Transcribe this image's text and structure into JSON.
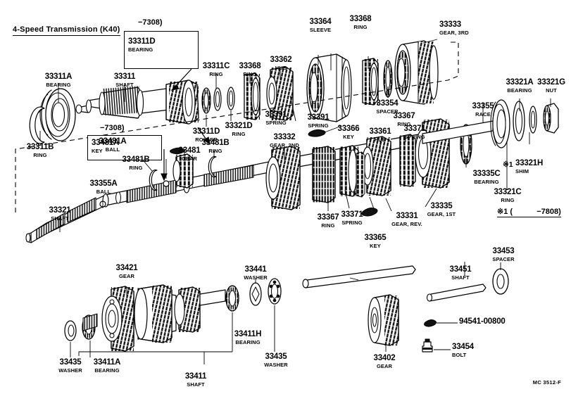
{
  "diagram": {
    "title": "4-Speed Transmission (K40)",
    "sheet_code": "MC 3512-F",
    "insets": [
      {
        "caption": "−7308)",
        "part_no": "33311D",
        "part_name": "BEARING"
      },
      {
        "caption": "−7308)",
        "part_no": "33481A",
        "part_name": "KEY"
      }
    ],
    "notes": [
      {
        "mark": "※1 (",
        "range": "−7808)"
      }
    ],
    "loose_labels": [
      {
        "text": "94541-00800"
      }
    ],
    "parts": [
      {
        "no": "33311A",
        "name": "BEARING"
      },
      {
        "no": "33311",
        "name": "SHAFT"
      },
      {
        "no": "33311B",
        "name": "RING"
      },
      {
        "no": "33311C",
        "name": "RING"
      },
      {
        "no": "33311D",
        "name": "ROLLER"
      },
      {
        "no": "33368",
        "name": "RING"
      },
      {
        "no": "33321D",
        "name": "RING"
      },
      {
        "no": "33362",
        "name": "HUB"
      },
      {
        "no": "33391",
        "name": "SPRING"
      },
      {
        "no": "33364",
        "name": "SLEEVE"
      },
      {
        "no": "33391",
        "name": "SPRING"
      },
      {
        "no": "33366",
        "name": "KEY"
      },
      {
        "no": "33368",
        "name": "RING"
      },
      {
        "no": "33354",
        "name": "SPACER"
      },
      {
        "no": "33333",
        "name": "GEAR, 3RD"
      },
      {
        "no": "33367",
        "name": "RING"
      },
      {
        "no": "33355",
        "name": "RACE"
      },
      {
        "no": "33321A",
        "name": "BEARING"
      },
      {
        "no": "33321G",
        "name": "NUT"
      },
      {
        "no": "33321H",
        "name": "SHIM"
      },
      {
        "no": "33321C",
        "name": "RING"
      },
      {
        "no": "33335C",
        "name": "BEARING"
      },
      {
        "no": "33335",
        "name": "GEAR, 1ST"
      },
      {
        "no": "33331",
        "name": "GEAR, REV."
      },
      {
        "no": "33365",
        "name": "KEY"
      },
      {
        "no": "33371",
        "name": "SPRING"
      },
      {
        "no": "33371",
        "name": "SPRING"
      },
      {
        "no": "33367",
        "name": "RING"
      },
      {
        "no": "33361",
        "name": "HUB"
      },
      {
        "no": "33332",
        "name": "GEAR, 2ND"
      },
      {
        "no": "33481A",
        "name": "BALL"
      },
      {
        "no": "33481B",
        "name": "RING"
      },
      {
        "no": "33481B",
        "name": "RING"
      },
      {
        "no": "33481",
        "name": "GEAR"
      },
      {
        "no": "33355A",
        "name": "BALL"
      },
      {
        "no": "33321",
        "name": "SHAFT"
      },
      {
        "no": "33421",
        "name": "GEAR"
      },
      {
        "no": "33435",
        "name": "WASHER"
      },
      {
        "no": "33411A",
        "name": "BEARING"
      },
      {
        "no": "33411H",
        "name": "BEARING"
      },
      {
        "no": "33441",
        "name": "WASHER"
      },
      {
        "no": "33435",
        "name": "WASHER"
      },
      {
        "no": "33411",
        "name": "SHAFT"
      },
      {
        "no": "33402",
        "name": "GEAR"
      },
      {
        "no": "33451",
        "name": "SHAFT"
      },
      {
        "no": "33453",
        "name": "SPACER"
      },
      {
        "no": "33454",
        "name": "BOLT"
      }
    ],
    "labels": {
      "p33311A": {
        "no": "33311A",
        "name": "BEARING"
      },
      "p33311": {
        "no": "33311",
        "name": "SHAFT"
      },
      "p33311B": {
        "no": "33311B",
        "name": "RING"
      },
      "p33311C": {
        "no": "33311C",
        "name": "RING"
      },
      "p33311D_roller": {
        "no": "33311D",
        "name": "ROLLER"
      },
      "p33311D_bearing": {
        "no": "33311D",
        "name": "BEARING"
      },
      "p33368a": {
        "no": "33368",
        "name": "RING"
      },
      "p33368b": {
        "no": "33368",
        "name": "RING"
      },
      "p33321D": {
        "no": "33321D",
        "name": "RING"
      },
      "p33362": {
        "no": "33362",
        "name": "HUB"
      },
      "p33391a": {
        "no": "33391",
        "name": "SPRING"
      },
      "p33391b": {
        "no": "33391",
        "name": "SPRING"
      },
      "p33364": {
        "no": "33364",
        "name": "SLEEVE"
      },
      "p33366": {
        "no": "33366",
        "name": "KEY"
      },
      "p33354": {
        "no": "33354",
        "name": "SPACER"
      },
      "p33333": {
        "no": "33333",
        "name": "GEAR, 3RD"
      },
      "p33367a": {
        "no": "33367",
        "name": "RING"
      },
      "p33367b": {
        "no": "33367",
        "name": "RING"
      },
      "p33355": {
        "no": "33355",
        "name": "RACE"
      },
      "p33321A": {
        "no": "33321A",
        "name": "BEARING"
      },
      "p33321G": {
        "no": "33321G",
        "name": "NUT"
      },
      "p33321H": {
        "no": "33321H",
        "name": "SHIM"
      },
      "p33321C": {
        "no": "33321C",
        "name": "RING"
      },
      "p33335C": {
        "no": "33335C",
        "name": "BEARING"
      },
      "p33335": {
        "no": "33335",
        "name": "GEAR, 1ST"
      },
      "p33331": {
        "no": "33331",
        "name": "GEAR, REV."
      },
      "p33365": {
        "no": "33365",
        "name": "KEY"
      },
      "p33371a": {
        "no": "33371",
        "name": "SPRING"
      },
      "p33371b": {
        "no": "33371",
        "name": "SPRING"
      },
      "p33361": {
        "no": "33361",
        "name": "HUB"
      },
      "p33332": {
        "no": "33332",
        "name": "GEAR, 2ND"
      },
      "p33481A_key": {
        "no": "33481A",
        "name": "KEY"
      },
      "p33481A_ball": {
        "no": "33481A",
        "name": "BALL"
      },
      "p33481B_a": {
        "no": "33481B",
        "name": "RING"
      },
      "p33481B_b": {
        "no": "33481B",
        "name": "RING"
      },
      "p33481": {
        "no": "33481",
        "name": "GEAR"
      },
      "p33355A": {
        "no": "33355A",
        "name": "BALL"
      },
      "p33321": {
        "no": "33321",
        "name": "SHAFT"
      },
      "p33421": {
        "no": "33421",
        "name": "GEAR"
      },
      "p33435a": {
        "no": "33435",
        "name": "WASHER"
      },
      "p33435b": {
        "no": "33435",
        "name": "WASHER"
      },
      "p33411A": {
        "no": "33411A",
        "name": "BEARING"
      },
      "p33411H": {
        "no": "33411H",
        "name": "BEARING"
      },
      "p33441": {
        "no": "33441",
        "name": "WASHER"
      },
      "p33411": {
        "no": "33411",
        "name": "SHAFT"
      },
      "p33402": {
        "no": "33402",
        "name": "GEAR"
      },
      "p33451": {
        "no": "33451",
        "name": "SHAFT"
      },
      "p33453": {
        "no": "33453",
        "name": "SPACER"
      },
      "p33454": {
        "no": "33454",
        "name": "BOLT"
      },
      "p94541": {
        "no": "94541-00800",
        "name": ""
      }
    }
  }
}
